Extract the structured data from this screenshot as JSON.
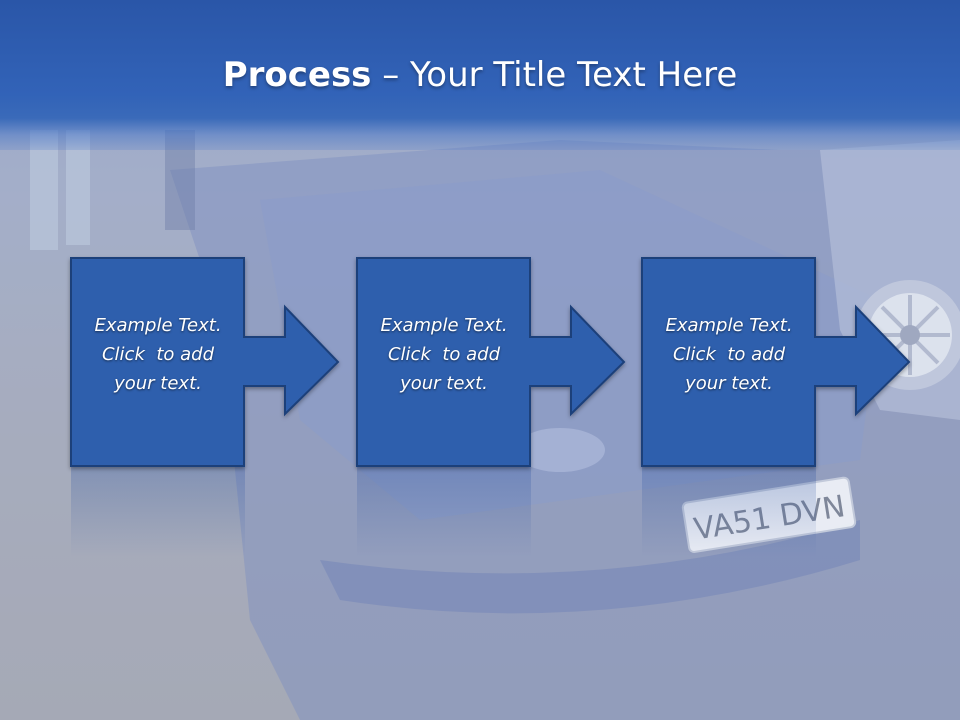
{
  "slide": {
    "title_bold": "Process",
    "title_rest": " – Your Title Text Here"
  },
  "steps": [
    {
      "line1": "Example Text.",
      "line2": "Click  to add",
      "line3": "your text."
    },
    {
      "line1": "Example Text.",
      "line2": "Click  to add",
      "line3": "your text."
    },
    {
      "line1": "Example Text.",
      "line2": "Click  to add",
      "line3": "your text."
    }
  ],
  "background": {
    "plate_text": "VA51 DVN"
  },
  "colors": {
    "header": "#2a56a8",
    "box_fill": "#2f5fad",
    "box_border": "#1c3f7a",
    "arrow_fill": "#2f5fad"
  }
}
